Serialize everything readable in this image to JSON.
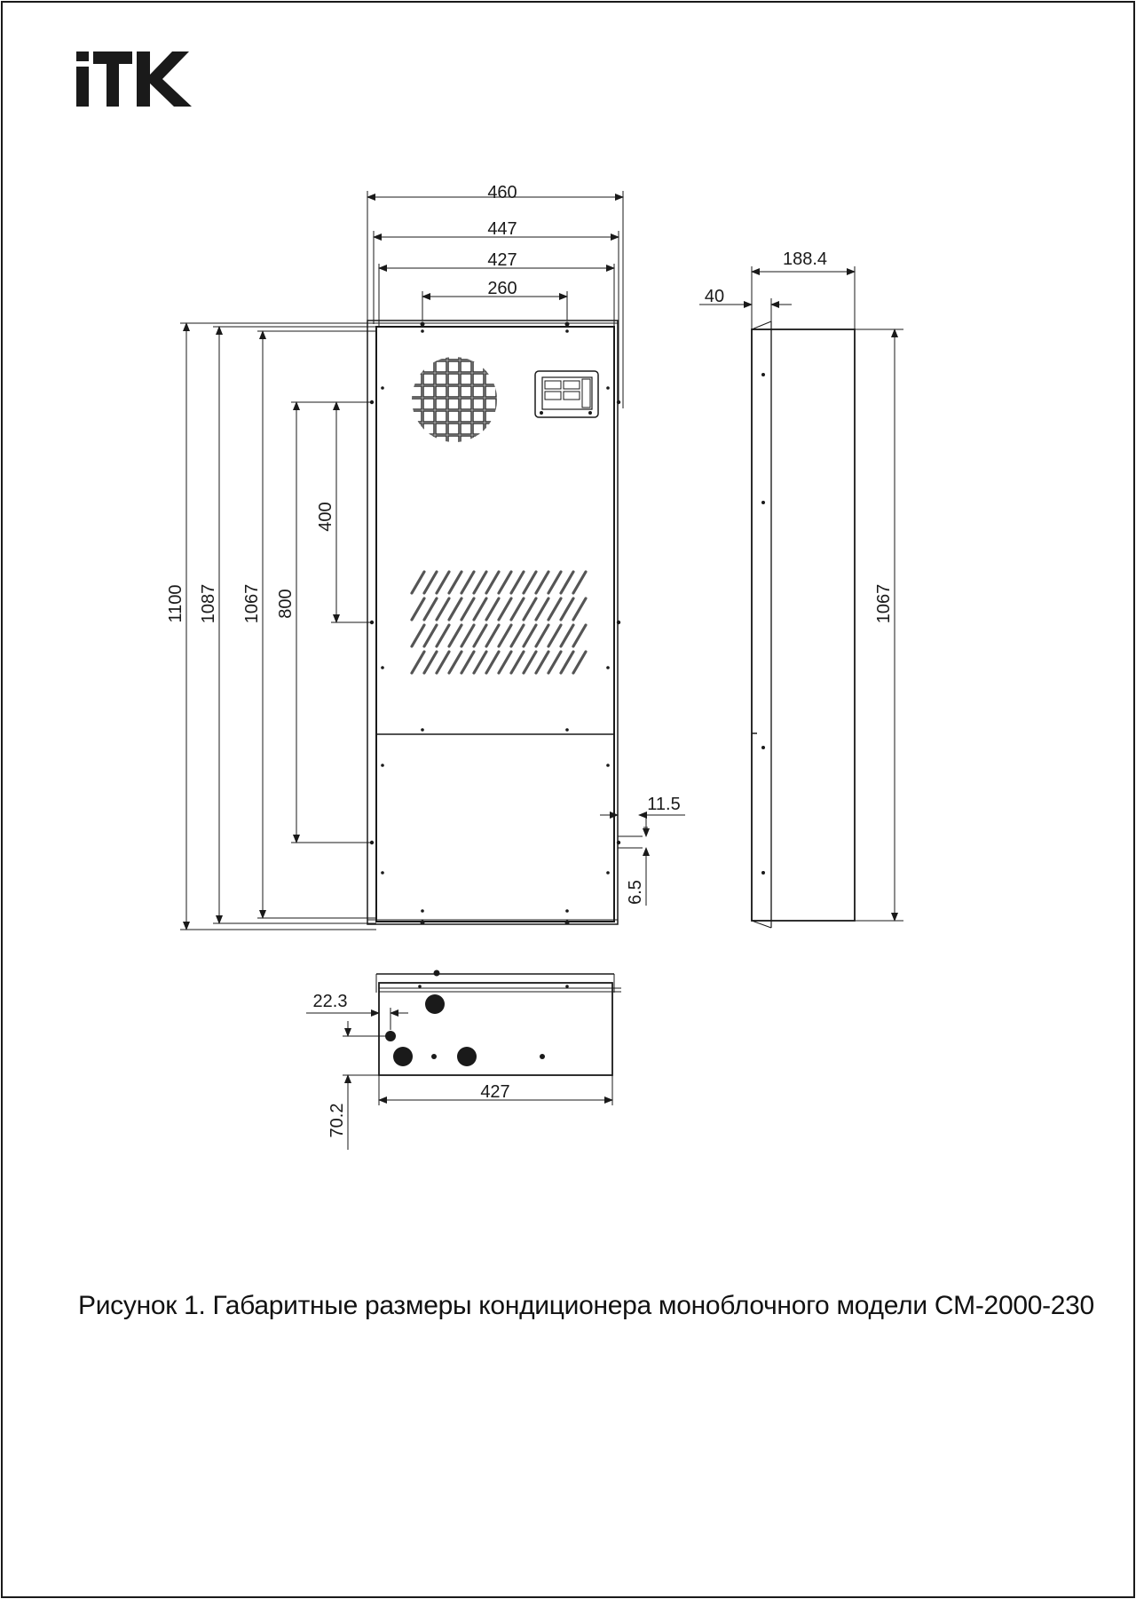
{
  "logo": {
    "text": "iTK",
    "color": "#1a1a1a"
  },
  "front_view": {
    "dims": {
      "width_460": "460",
      "width_447": "447",
      "width_427": "427",
      "holes_260": "260",
      "height_1100": "1100",
      "height_1087": "1087",
      "height_1067": "1067",
      "holes_800": "800",
      "holes_400": "400",
      "offset_11_5": "11.5",
      "offset_6_5": "6.5"
    }
  },
  "side_view": {
    "dims": {
      "depth_188_4": "188.4",
      "flange_40": "40",
      "height_1067": "1067"
    }
  },
  "bottom_view": {
    "dims": {
      "offset_22_3": "22.3",
      "offset_70_2": "70.2",
      "width_427": "427"
    }
  },
  "caption": "Рисунок 1. Габаритные размеры кондиционера моноблочного модели CM-2000-230"
}
